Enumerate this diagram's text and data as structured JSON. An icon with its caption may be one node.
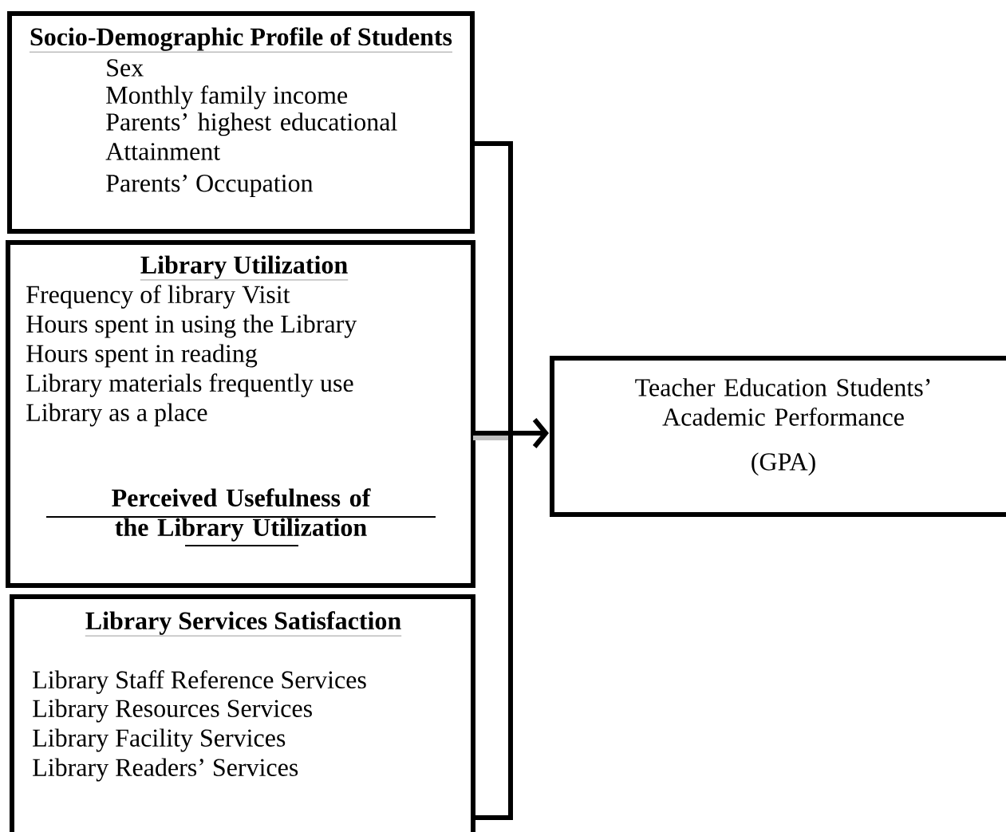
{
  "diagram": {
    "nodes": [
      {
        "text": [
          "Socio-Demographic Profile of Students",
          "Sex",
          "Monthly family income",
          "Parents’ highest educational Attainment",
          "Parents’ Occupation"
        ]
      },
      {
        "text": [
          "Library Utilization",
          "Frequency of library Visit",
          "Hours spent in using the Library",
          "Hours spent in reading",
          "Library materials frequently use",
          "Library as a place",
          "Perceived Usefulness of the Library Utilization"
        ]
      },
      {
        "text": [
          "Library Services Satisfaction",
          "Library Staff Reference Services",
          "Library Resources Services",
          "Library Facility Services",
          "Library Readers’ Services"
        ]
      },
      {
        "text": [
          "Teacher Education Students’ Academic Performance",
          "(GPA)"
        ]
      }
    ],
    "edges": [
      {
        "from": 0,
        "to": 3,
        "arrow": "to"
      },
      {
        "from": 1,
        "to": 3,
        "arrow": "to"
      },
      {
        "from": 2,
        "to": 3,
        "arrow": "to"
      }
    ]
  }
}
